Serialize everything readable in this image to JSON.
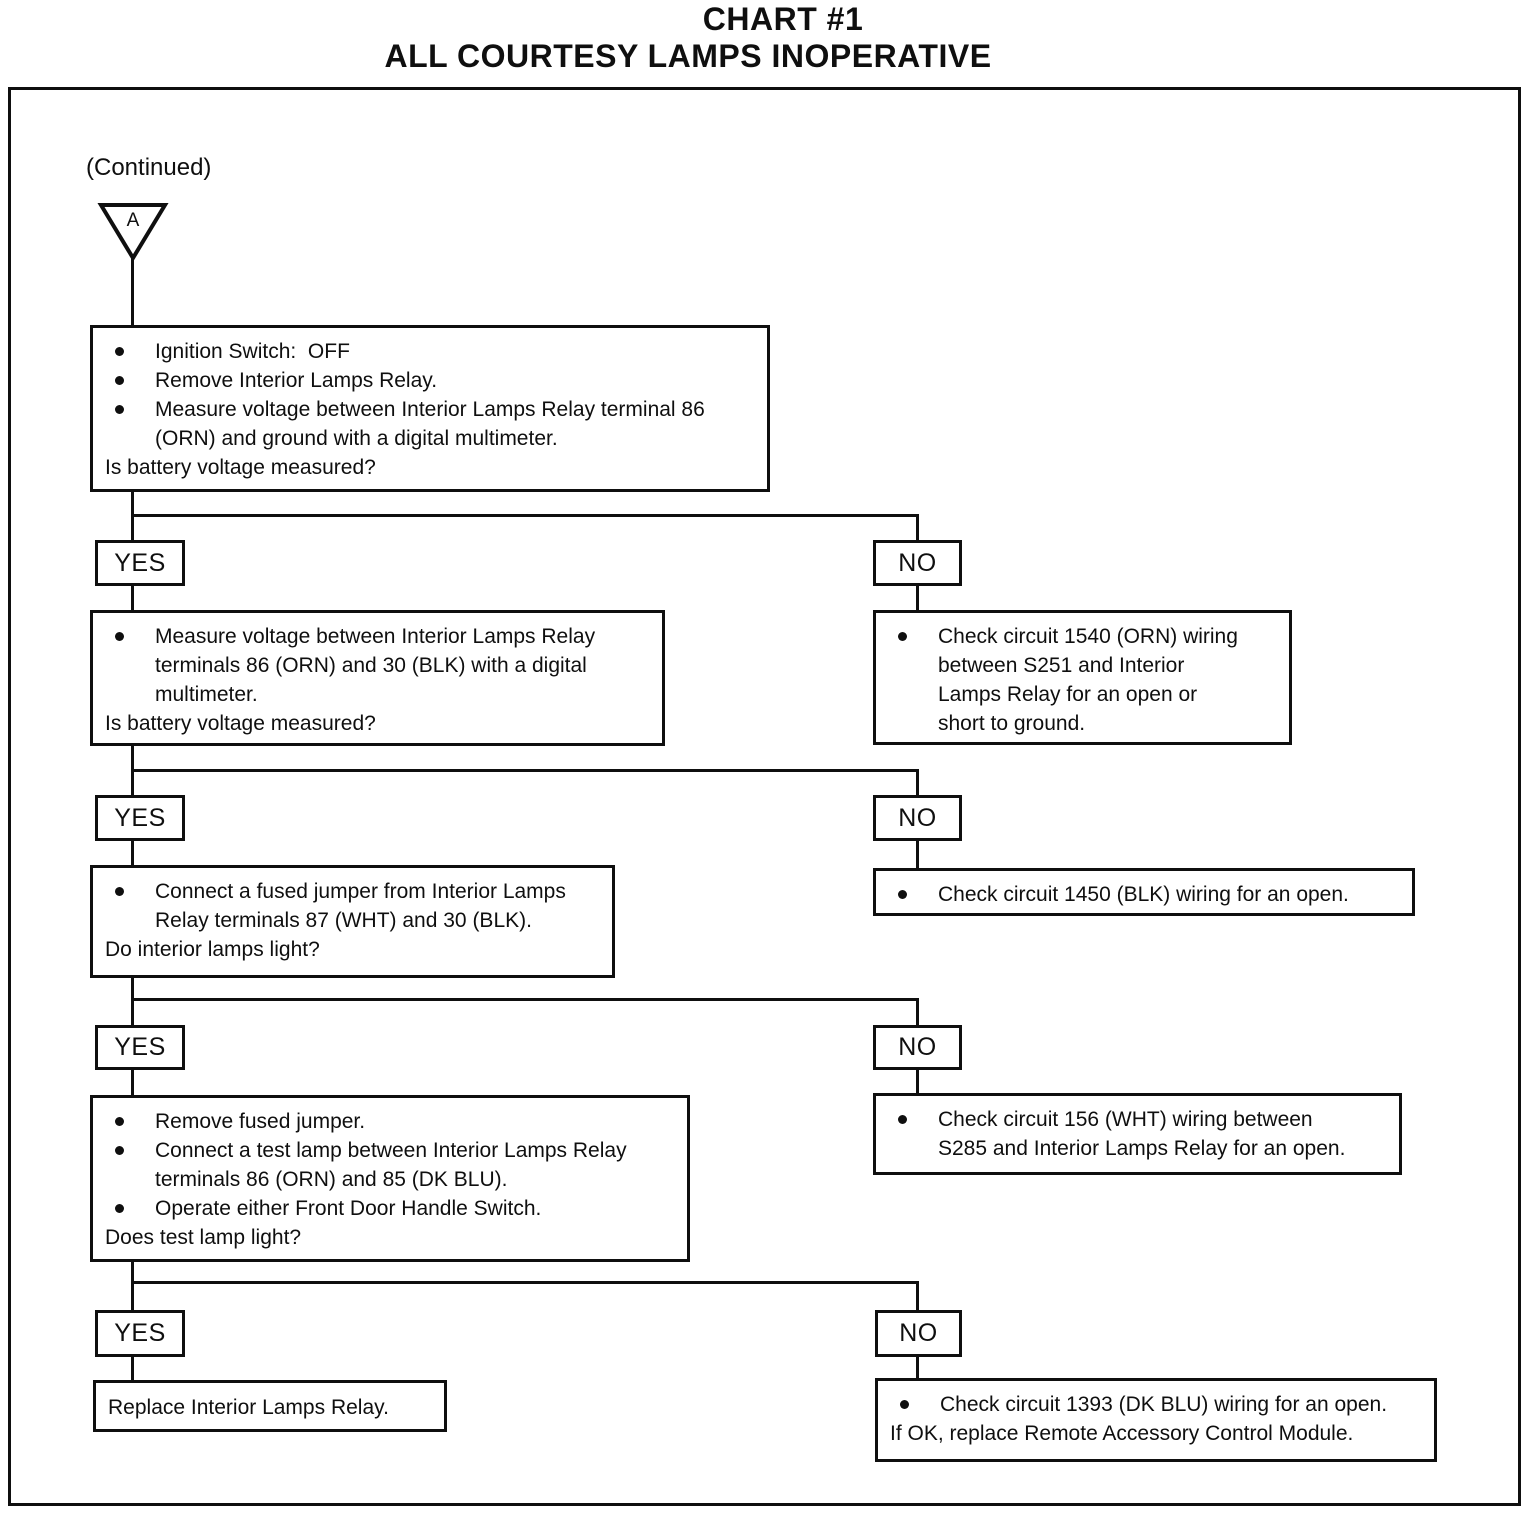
{
  "title": {
    "line1": "CHART #1",
    "line2": "ALL COURTESY LAMPS INOPERATIVE"
  },
  "continued": "(Continued)",
  "connector": {
    "label": "A"
  },
  "labels": {
    "yes": "YES",
    "no": "NO"
  },
  "ui": {
    "bullet": "",
    "ink": "#0f0f0f",
    "paper": "#ffffff"
  },
  "flow": {
    "step1": {
      "lines": [
        "Ignition Switch:  OFF",
        "Remove Interior Lamps Relay.",
        "Measure voltage between Interior Lamps Relay terminal 86",
        "(ORN) and ground with a digital multimeter.",
        "Is battery voltage measured?"
      ]
    },
    "no1": {
      "lines": [
        "Check circuit 1540 (ORN) wiring",
        "between S251 and Interior",
        "Lamps Relay for an open or",
        "short to ground."
      ]
    },
    "step2": {
      "lines": [
        "Measure voltage between Interior Lamps Relay",
        "terminals 86 (ORN) and 30 (BLK) with a digital",
        "multimeter.",
        "Is battery voltage measured?"
      ]
    },
    "no2": {
      "lines": [
        "Check circuit 1450 (BLK) wiring for an open."
      ]
    },
    "step3": {
      "lines": [
        "Connect a fused jumper from Interior Lamps",
        "Relay terminals 87 (WHT) and 30 (BLK).",
        "Do interior lamps light?"
      ]
    },
    "no3": {
      "lines": [
        "Check circuit 156 (WHT) wiring between",
        "S285 and Interior Lamps Relay for an open."
      ]
    },
    "step4": {
      "lines": [
        "Remove fused jumper.",
        "Connect a test lamp between Interior Lamps Relay",
        "terminals 86 (ORN) and 85 (DK BLU).",
        "Operate either Front Door Handle Switch.",
        "Does test lamp light?"
      ]
    },
    "no4": {
      "lines": [
        "Check circuit 1393 (DK BLU) wiring for an open.",
        "If OK, replace Remote Accessory Control Module."
      ]
    },
    "result_yes": {
      "lines": [
        "Replace Interior Lamps Relay."
      ]
    }
  }
}
